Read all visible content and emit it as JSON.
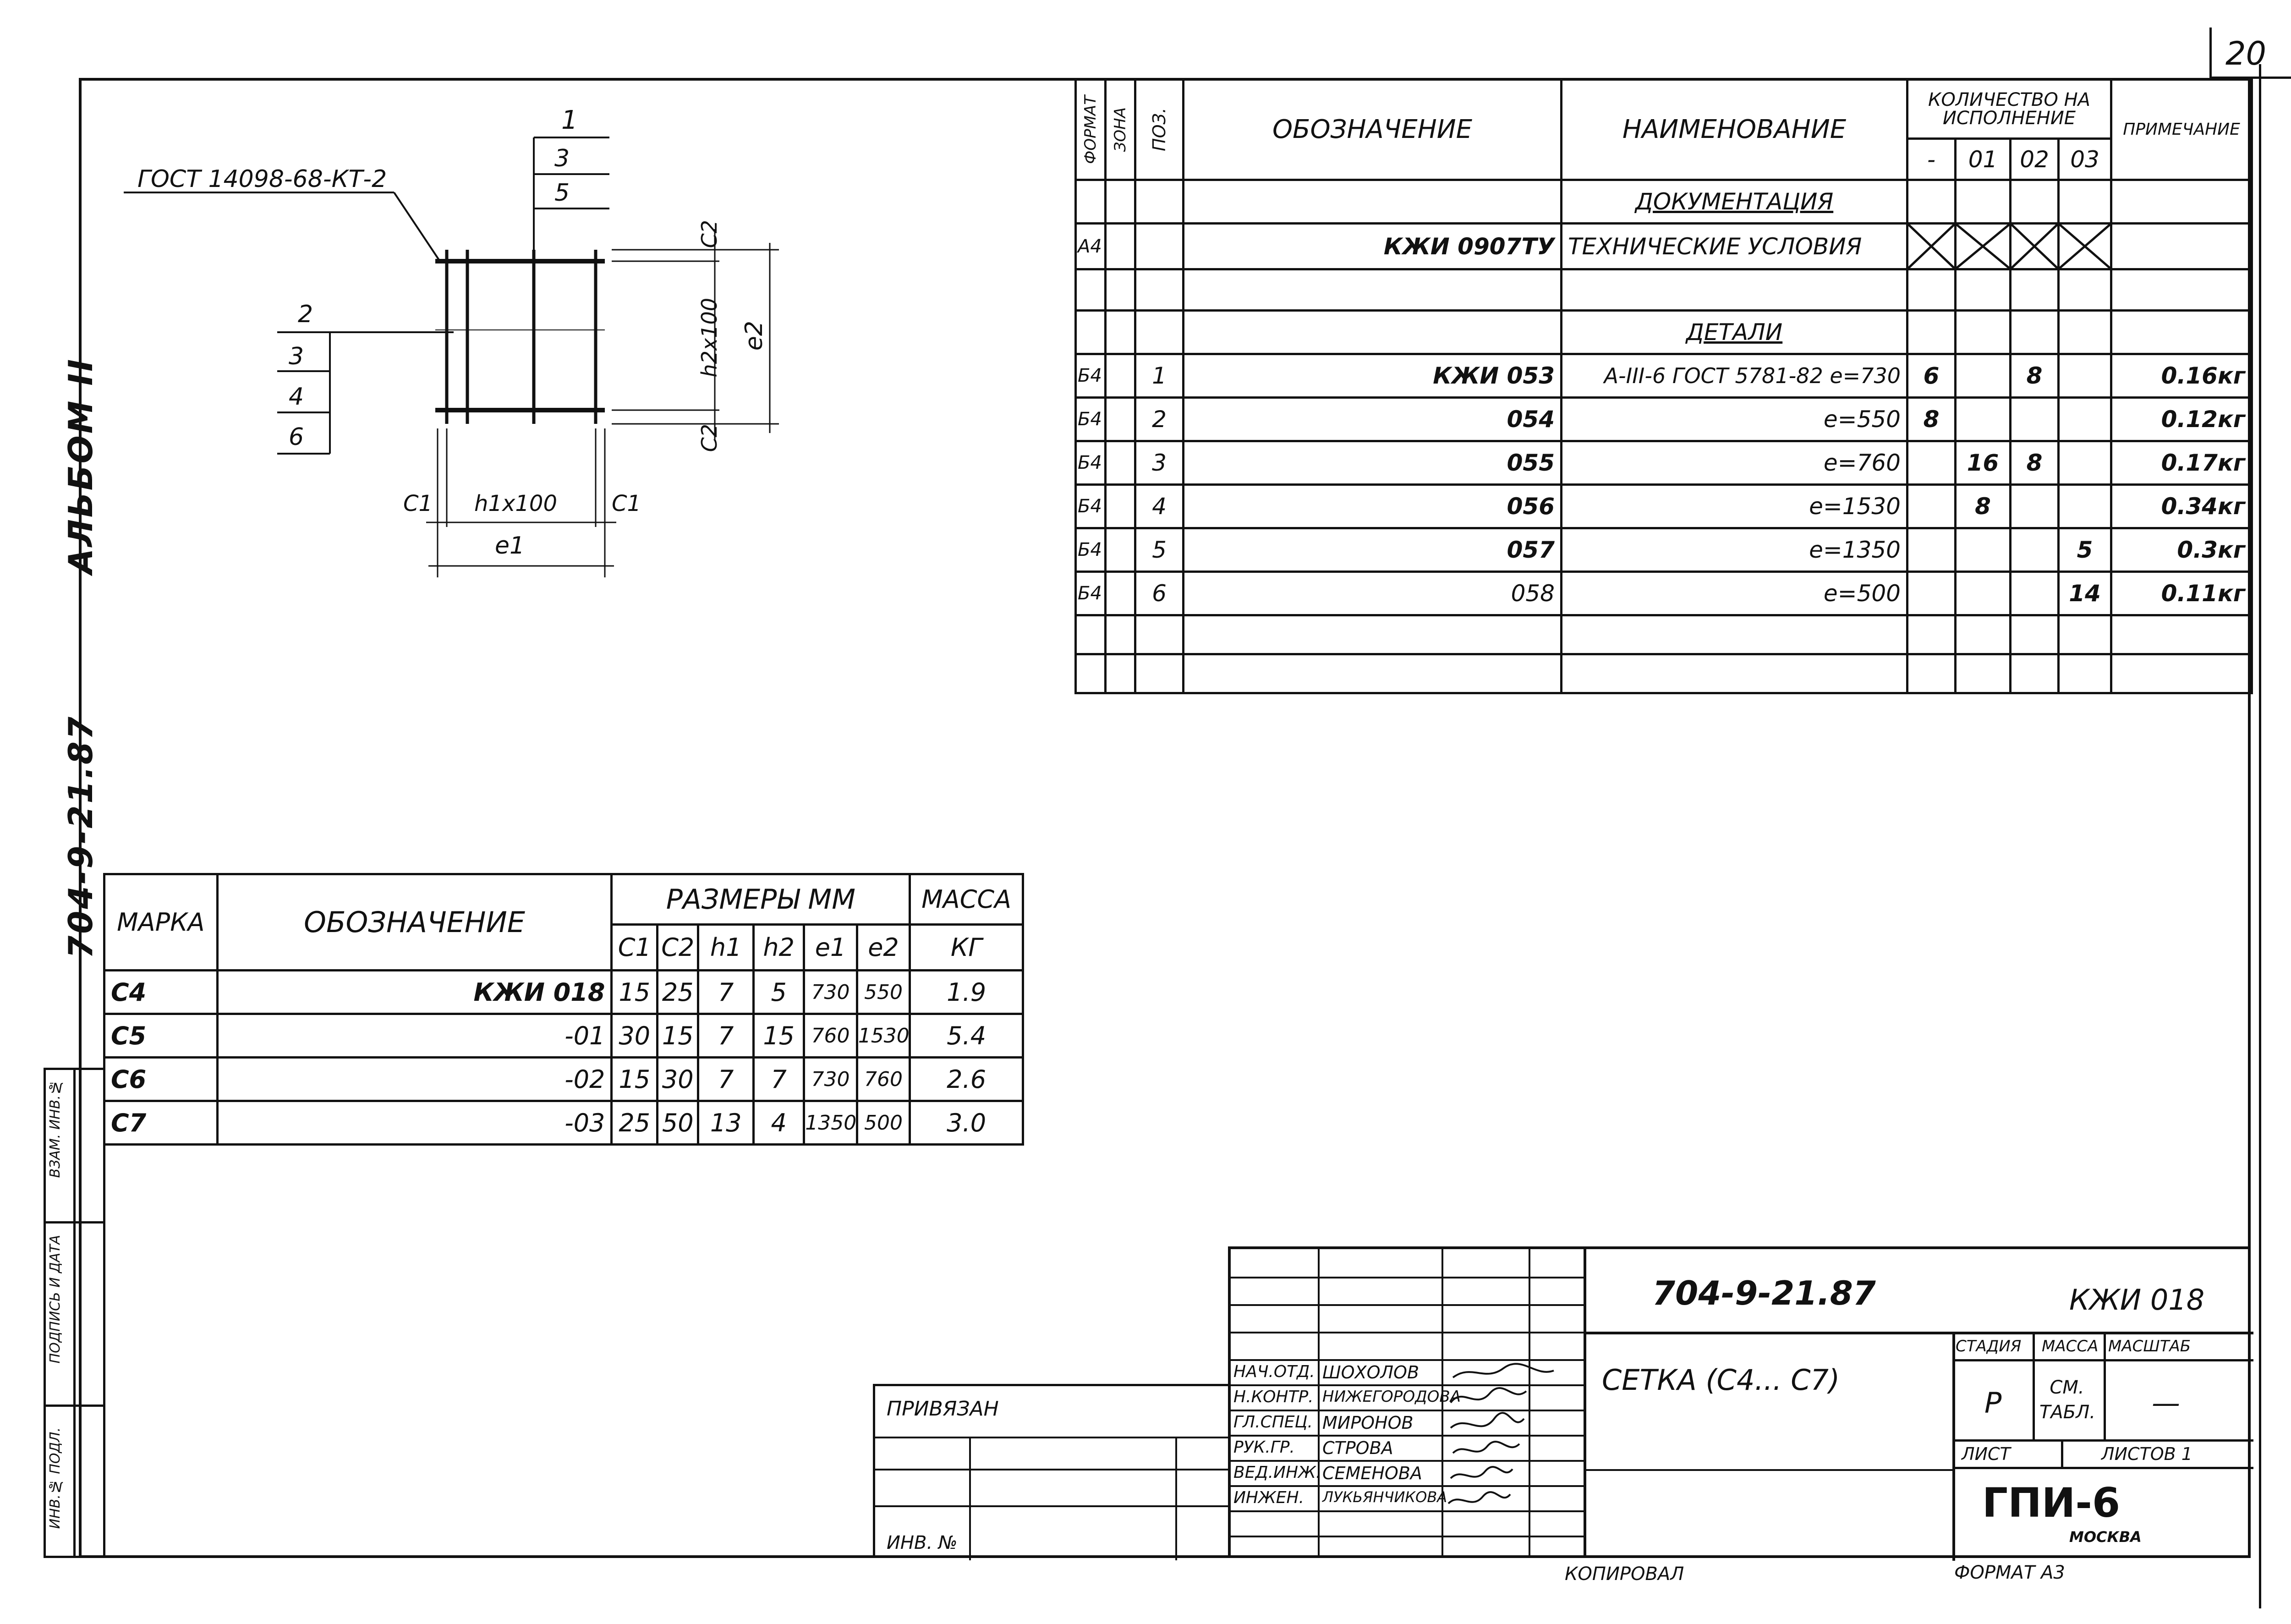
{
  "sheet_number": "20",
  "left_margin": {
    "album": "АЛЬБОМ II",
    "project": "704-9-21.87",
    "stamp_cells": [
      "ИНВ.№ ПОДЛ.",
      "ПОДПИСЬ И ДАТА",
      "ВЗАМ. ИНВ.№"
    ]
  },
  "drawing": {
    "gost_label": "ГОСТ 14098-68-КТ-2",
    "leader_top": [
      "1",
      "3",
      "5"
    ],
    "leader_left": [
      "2",
      "3",
      "4",
      "6"
    ],
    "dim_c1_left": "C1",
    "dim_h1": "h1x100",
    "dim_c1_right": "C1",
    "dim_e1": "e1",
    "dim_c2_top": "C2",
    "dim_h2": "h2x100",
    "dim_c2_bottom": "C2",
    "dim_e2": "e2"
  },
  "spec": {
    "headers": {
      "format": "ФОРМАТ",
      "zone": "ЗОНА",
      "pos": "ПОЗ.",
      "designation": "ОБОЗНАЧЕНИЕ",
      "name": "НАИМЕНОВАНИЕ",
      "quantity": "КОЛИЧЕСТВО НА ИСПОЛНЕНИЕ",
      "note": "ПРИМЕЧАНИЕ",
      "variants": [
        "-",
        "01",
        "02",
        "03"
      ]
    },
    "section_docs": "ДОКУМЕНТАЦИЯ",
    "doc_row": {
      "format": "А4",
      "designation": "КЖИ 0907ТУ",
      "name": "ТЕХНИЧЕСКИЕ УСЛОВИЯ"
    },
    "section_parts": "ДЕТАЛИ",
    "rows": [
      {
        "format": "Б4",
        "pos": "1",
        "designation": "КЖИ 053",
        "name": "А-III-6 ГОСТ 5781-82 e=730",
        "q": [
          "6",
          "",
          "8",
          ""
        ],
        "note": "0.16кг"
      },
      {
        "format": "Б4",
        "pos": "2",
        "designation": "054",
        "name": "e=550",
        "q": [
          "8",
          "",
          "",
          ""
        ],
        "note": "0.12кг"
      },
      {
        "format": "Б4",
        "pos": "3",
        "designation": "055",
        "name": "e=760",
        "q": [
          "",
          "16",
          "8",
          ""
        ],
        "note": "0.17кг"
      },
      {
        "format": "Б4",
        "pos": "4",
        "designation": "056",
        "name": "e=1530",
        "q": [
          "",
          "8",
          "",
          ""
        ],
        "note": "0.34кг"
      },
      {
        "format": "Б4",
        "pos": "5",
        "designation": "057",
        "name": "e=1350",
        "q": [
          "",
          "",
          "",
          "5"
        ],
        "note": "0.3кг"
      },
      {
        "format": "Б4",
        "pos": "6",
        "designation": "058",
        "name": "e=500",
        "q": [
          "",
          "",
          "",
          "14"
        ],
        "note": "0.11кг"
      }
    ]
  },
  "marks": {
    "headers": {
      "mark": "МАРКА",
      "designation": "ОБОЗНАЧЕНИЕ",
      "sizes": "РАЗМЕРЫ ММ",
      "mass": "МАССА",
      "mass_unit": "КГ",
      "cols": [
        "C1",
        "C2",
        "h1",
        "h2",
        "e1",
        "e2"
      ]
    },
    "rows": [
      {
        "mark": "C4",
        "designation": "КЖИ 018",
        "vals": [
          "15",
          "25",
          "7",
          "5",
          "730",
          "550"
        ],
        "mass": "1.9"
      },
      {
        "mark": "C5",
        "designation": "-01",
        "vals": [
          "30",
          "15",
          "7",
          "15",
          "760",
          "1530"
        ],
        "mass": "5.4"
      },
      {
        "mark": "C6",
        "designation": "-02",
        "vals": [
          "15",
          "30",
          "7",
          "7",
          "730",
          "760"
        ],
        "mass": "2.6"
      },
      {
        "mark": "C7",
        "designation": "-03",
        "vals": [
          "25",
          "50",
          "13",
          "4",
          "1350",
          "500"
        ],
        "mass": "3.0"
      }
    ]
  },
  "privyazan": {
    "label": "ПРИВЯЗАН",
    "inv_label": "ИНВ. №"
  },
  "title_block": {
    "project_code": "704-9-21.87",
    "doc_code": "КЖИ 018",
    "title": "СЕТКА (C4... C7)",
    "stage_label": "СТАДИЯ",
    "mass_label": "МАССА",
    "scale_label": "МАСШТАБ",
    "stage": "Р",
    "mass": "СМ. ТАБЛ.",
    "scale": "—",
    "sheet_label": "ЛИСТ",
    "sheets_label": "ЛИСТОВ 1",
    "org": "ГПИ-6",
    "city": "МОСКВА",
    "copied": "КОПИРОВАЛ",
    "format": "ФОРМАТ А3",
    "signers": [
      {
        "role": "НАЧ.ОТД.",
        "name": "ШОХОЛОВ"
      },
      {
        "role": "Н.КОНТР.",
        "name": "НИЖЕГОРОДОВА"
      },
      {
        "role": "ГЛ.СПЕЦ.",
        "name": "МИРОНОВ"
      },
      {
        "role": "РУК.ГР.",
        "name": "СТРОВА"
      },
      {
        "role": "ВЕД.ИНЖ.",
        "name": "СЕМЕНОВА"
      },
      {
        "role": "ИНЖЕН.",
        "name": "ЛУКЬЯНЧИКОВА"
      }
    ]
  }
}
